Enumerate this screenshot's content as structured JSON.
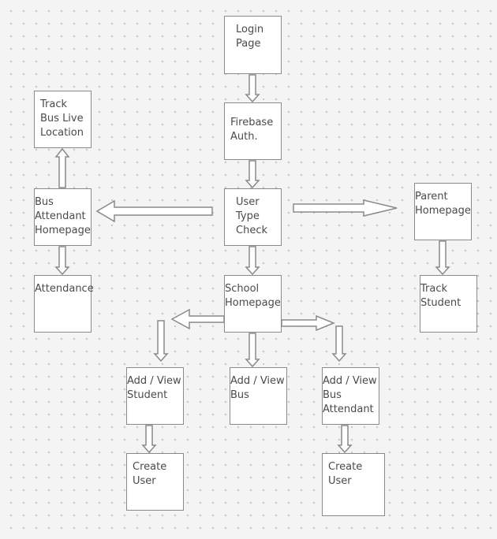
{
  "diagram": {
    "nodes": [
      {
        "id": "login",
        "label": "Login\nPage"
      },
      {
        "id": "firebase",
        "label": "Firebase\nAuth."
      },
      {
        "id": "usertype",
        "label": "User\nType\nCheck"
      },
      {
        "id": "track_bus",
        "label": "Track\nBus Live\nLocation"
      },
      {
        "id": "bus_attendant_home",
        "label": "Bus\nAttendant\nHomepage"
      },
      {
        "id": "attendance",
        "label": "Attendance"
      },
      {
        "id": "parent_home",
        "label": "Parent\nHomepage"
      },
      {
        "id": "track_student",
        "label": "Track\nStudent"
      },
      {
        "id": "school_home",
        "label": "School\nHomepage"
      },
      {
        "id": "add_student",
        "label": "Add / View\nStudent"
      },
      {
        "id": "add_bus",
        "label": "Add / View\nBus"
      },
      {
        "id": "add_attendant",
        "label": "Add / View\nBus\nAttendant"
      },
      {
        "id": "create_user_1",
        "label": "Create\nUser"
      },
      {
        "id": "create_user_2",
        "label": "Create\nUser"
      }
    ],
    "edges": [
      {
        "from": "login",
        "to": "firebase"
      },
      {
        "from": "firebase",
        "to": "usertype"
      },
      {
        "from": "usertype",
        "to": "bus_attendant_home"
      },
      {
        "from": "usertype",
        "to": "parent_home"
      },
      {
        "from": "usertype",
        "to": "school_home"
      },
      {
        "from": "bus_attendant_home",
        "to": "track_bus"
      },
      {
        "from": "bus_attendant_home",
        "to": "attendance"
      },
      {
        "from": "parent_home",
        "to": "track_student"
      },
      {
        "from": "school_home",
        "to": "add_student"
      },
      {
        "from": "school_home",
        "to": "add_bus"
      },
      {
        "from": "school_home",
        "to": "add_attendant"
      },
      {
        "from": "add_student",
        "to": "create_user_1"
      },
      {
        "from": "add_attendant",
        "to": "create_user_2"
      }
    ]
  }
}
